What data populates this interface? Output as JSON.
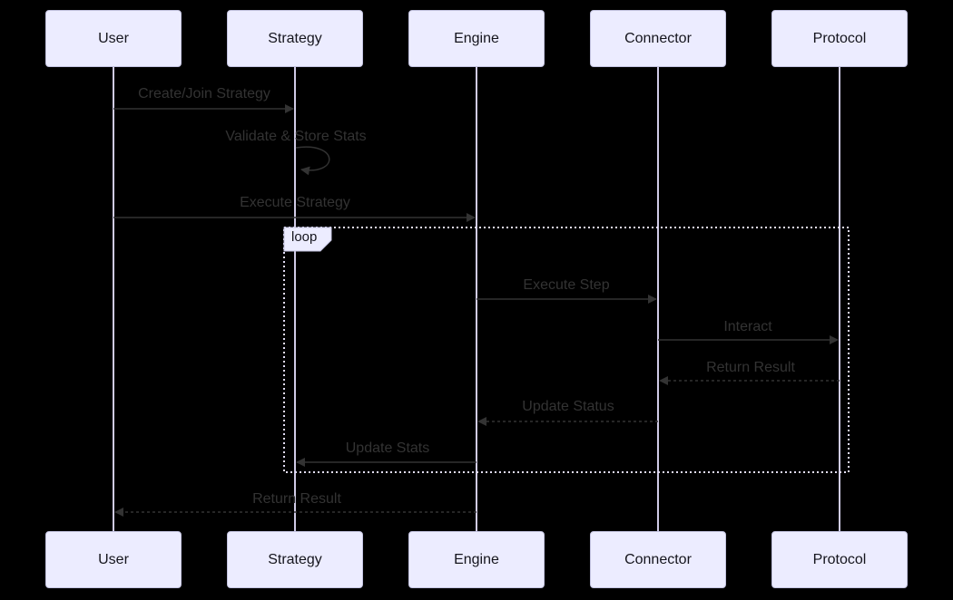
{
  "diagram": {
    "kind": "sequence-diagram",
    "actors": [
      {
        "id": "user",
        "label": "User"
      },
      {
        "id": "strategy",
        "label": "Strategy"
      },
      {
        "id": "engine",
        "label": "Engine"
      },
      {
        "id": "connector",
        "label": "Connector"
      },
      {
        "id": "protocol",
        "label": "Protocol"
      }
    ],
    "loop": {
      "label": "loop"
    },
    "messages": [
      {
        "from": "User",
        "to": "Strategy",
        "label": "Create/Join Strategy",
        "line": "solid",
        "in_loop": false
      },
      {
        "from": "Strategy",
        "to": "Strategy",
        "label": "Validate & Store Stats",
        "line": "self",
        "in_loop": false
      },
      {
        "from": "User",
        "to": "Engine",
        "label": "Execute Strategy",
        "line": "solid",
        "in_loop": false
      },
      {
        "from": "Engine",
        "to": "Connector",
        "label": "Execute Step",
        "line": "solid",
        "in_loop": true
      },
      {
        "from": "Connector",
        "to": "Protocol",
        "label": "Interact",
        "line": "solid",
        "in_loop": true
      },
      {
        "from": "Protocol",
        "to": "Connector",
        "label": "Return Result",
        "line": "dashed",
        "in_loop": true
      },
      {
        "from": "Connector",
        "to": "Engine",
        "label": "Update Status",
        "line": "dashed",
        "in_loop": true
      },
      {
        "from": "Engine",
        "to": "Strategy",
        "label": "Update Stats",
        "line": "solid",
        "in_loop": true
      },
      {
        "from": "Engine",
        "to": "User",
        "label": "Return Result",
        "line": "dashed",
        "in_loop": false
      }
    ],
    "colors": {
      "background": "#000000",
      "actor_fill": "#ececff",
      "actor_border": "#c3c3e0",
      "actor_text": "#15151d",
      "lifeline": "#d0cbe6",
      "arrow": "#333333",
      "message_text": "#333333",
      "loop_border": "#e2ddf5"
    }
  }
}
